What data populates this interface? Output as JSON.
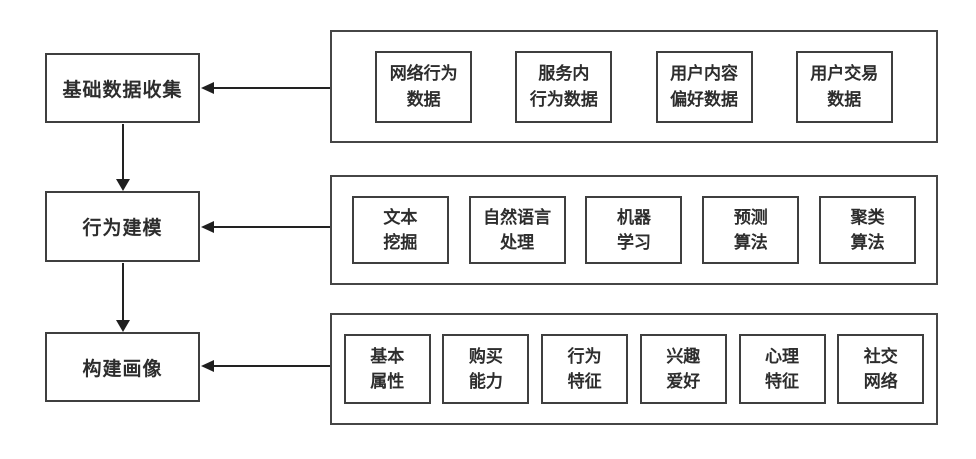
{
  "stages": [
    {
      "label": "基础数据收集",
      "items": [
        "网络行为\n数据",
        "服务内\n行为数据",
        "用户内容\n偏好数据",
        "用户交易\n数据"
      ]
    },
    {
      "label": "行为建模",
      "items": [
        "文本\n挖掘",
        "自然语言\n处理",
        "机器\n学习",
        "预测\n算法",
        "聚类\n算法"
      ]
    },
    {
      "label": "构建画像",
      "items": [
        "基本\n属性",
        "购买\n能力",
        "行为\n特征",
        "兴趣\n爱好",
        "心理\n特征",
        "社交\n网络"
      ]
    }
  ],
  "colors": {
    "box_border": "#3f3f3f",
    "text": "#2d2d2d",
    "arrow": "#1f1f1f",
    "background": "#ffffff"
  }
}
